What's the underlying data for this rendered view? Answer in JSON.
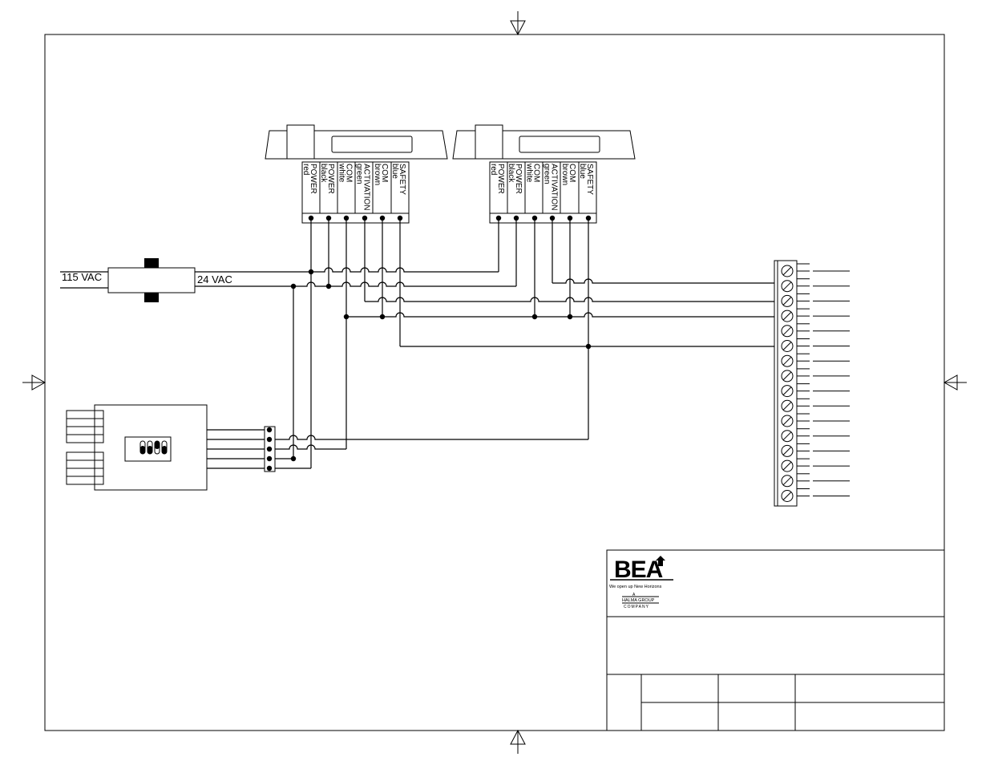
{
  "transformer": {
    "input_label": "115 VAC",
    "output_label": "24  VAC"
  },
  "sensors": [
    {
      "wires": [
        {
          "label": "POWER",
          "color": "red"
        },
        {
          "label": "POWER",
          "color": "black"
        },
        {
          "label": "COM",
          "color": "white"
        },
        {
          "label": "ACTIVATION",
          "color": "green"
        },
        {
          "label": "COM",
          "color": "brown"
        },
        {
          "label": "SAFETY",
          "color": "blue"
        }
      ]
    },
    {
      "wires": [
        {
          "label": "POWER",
          "color": "red"
        },
        {
          "label": "POWER",
          "color": "black"
        },
        {
          "label": "COM",
          "color": "white"
        },
        {
          "label": "ACTIVATION",
          "color": "green"
        },
        {
          "label": "COM",
          "color": "brown"
        },
        {
          "label": "SAFETY",
          "color": "blue"
        }
      ]
    }
  ],
  "title_block": {
    "logo_text": "BEA",
    "tagline": "We open up New Horizons",
    "group_a": "A",
    "group_name": "HALMA GROUP",
    "group_company": "COMPANY"
  }
}
